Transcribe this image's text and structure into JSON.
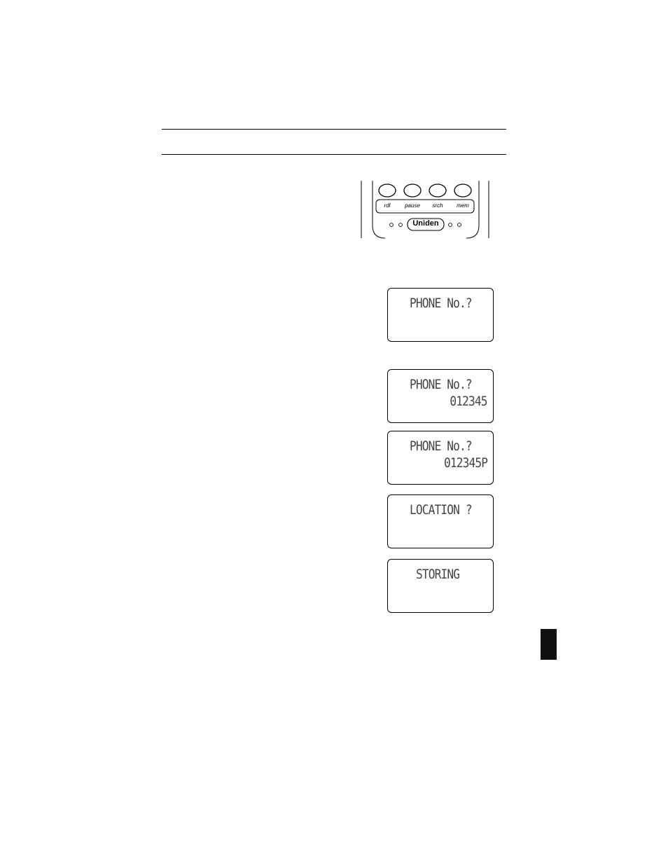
{
  "keypad": {
    "keys": [
      "rdl",
      "pause",
      "srch",
      "mem"
    ],
    "brand": "Uniden"
  },
  "displays": [
    {
      "line1": "PHONE No.?",
      "line2": ""
    },
    {
      "line1": "PHONE No.?",
      "line2": "012345"
    },
    {
      "line1": "PHONE No.?",
      "line2": "012345P"
    },
    {
      "line1": "LOCATION ?",
      "line2": ""
    },
    {
      "line1": "STORING",
      "line2": ""
    }
  ],
  "colors": {
    "tab": "#111111",
    "lcd_text": "#444444"
  }
}
